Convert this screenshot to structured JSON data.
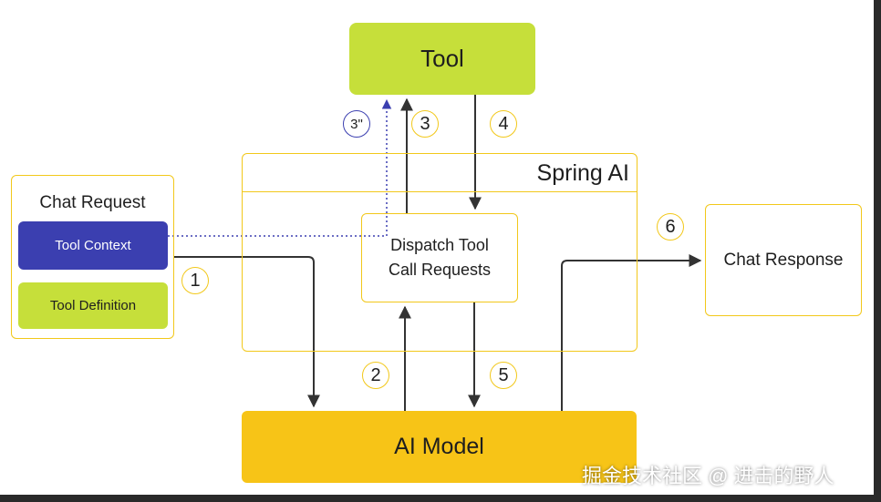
{
  "nodes": {
    "tool": "Tool",
    "spring_ai": "Spring AI",
    "chat_request": "Chat Request",
    "tool_context": "Tool Context",
    "tool_definition": "Tool Definition",
    "dispatch_line1": "Dispatch Tool",
    "dispatch_line2": "Call Requests",
    "chat_response": "Chat Response",
    "ai_model": "AI Model"
  },
  "steps": {
    "s1": "1",
    "s2": "2",
    "s3": "3",
    "s3_alt": "3\"",
    "s4": "4",
    "s5": "5",
    "s6": "6"
  },
  "watermark": "掘金技术社区 @ 进击的野人",
  "colors": {
    "tool_green": "#c6df3a",
    "tool_context_blue": "#3b3fb0",
    "ai_model_yellow": "#f7c417",
    "outline_yellow": "#f2c81a",
    "arrow": "#333333"
  }
}
